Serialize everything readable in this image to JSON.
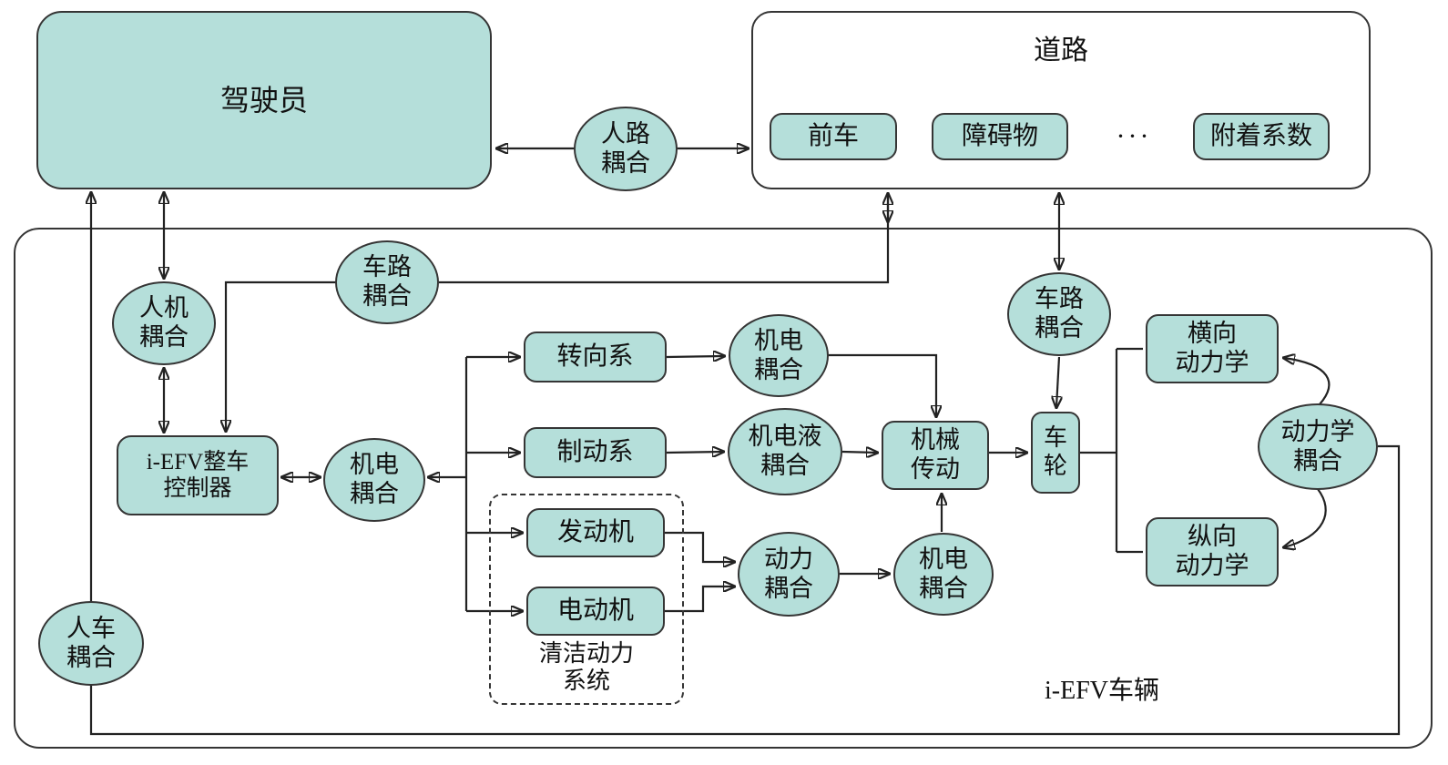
{
  "colors": {
    "node_fill": "#b5dfda",
    "outline": "#353535",
    "connector": "#222222"
  },
  "nodes": {
    "driver": {
      "label": "驾驶员"
    },
    "road": {
      "label": "道路"
    },
    "front_vehicle": {
      "label": "前车"
    },
    "obstacle": {
      "label": "障碍物"
    },
    "dots": {
      "label": "···"
    },
    "adhesion": {
      "label": "附着系数"
    },
    "human_road": {
      "label": "人路\n耦合"
    },
    "human_machine": {
      "label": "人机\n耦合"
    },
    "road_vehicle_left": {
      "label": "车路\n耦合"
    },
    "road_vehicle_right": {
      "label": "车路\n耦合"
    },
    "controller": {
      "label": "i-EFV整车\n控制器"
    },
    "em_coupling_left": {
      "label": "机电\n耦合"
    },
    "steering": {
      "label": "转向系"
    },
    "braking": {
      "label": "制动系"
    },
    "engine": {
      "label": "发动机"
    },
    "motor": {
      "label": "电动机"
    },
    "clean_power": {
      "label": "清洁动力\n系统"
    },
    "em_coupling_top": {
      "label": "机电\n耦合"
    },
    "emh_coupling": {
      "label": "机电液\n耦合"
    },
    "power_coupling": {
      "label": "动力\n耦合"
    },
    "em_coupling_bottom": {
      "label": "机电\n耦合"
    },
    "transmission": {
      "label": "机械\n传动"
    },
    "wheel": {
      "label": "车\n轮"
    },
    "lateral_dynamics": {
      "label": "横向\n动力学"
    },
    "longitudinal_dynamics": {
      "label": "纵向\n动力学"
    },
    "dynamics_coupling": {
      "label": "动力学\n耦合"
    },
    "human_vehicle": {
      "label": "人车\n耦合"
    },
    "vehicle_box": {
      "label": "i-EFV车辆"
    }
  }
}
